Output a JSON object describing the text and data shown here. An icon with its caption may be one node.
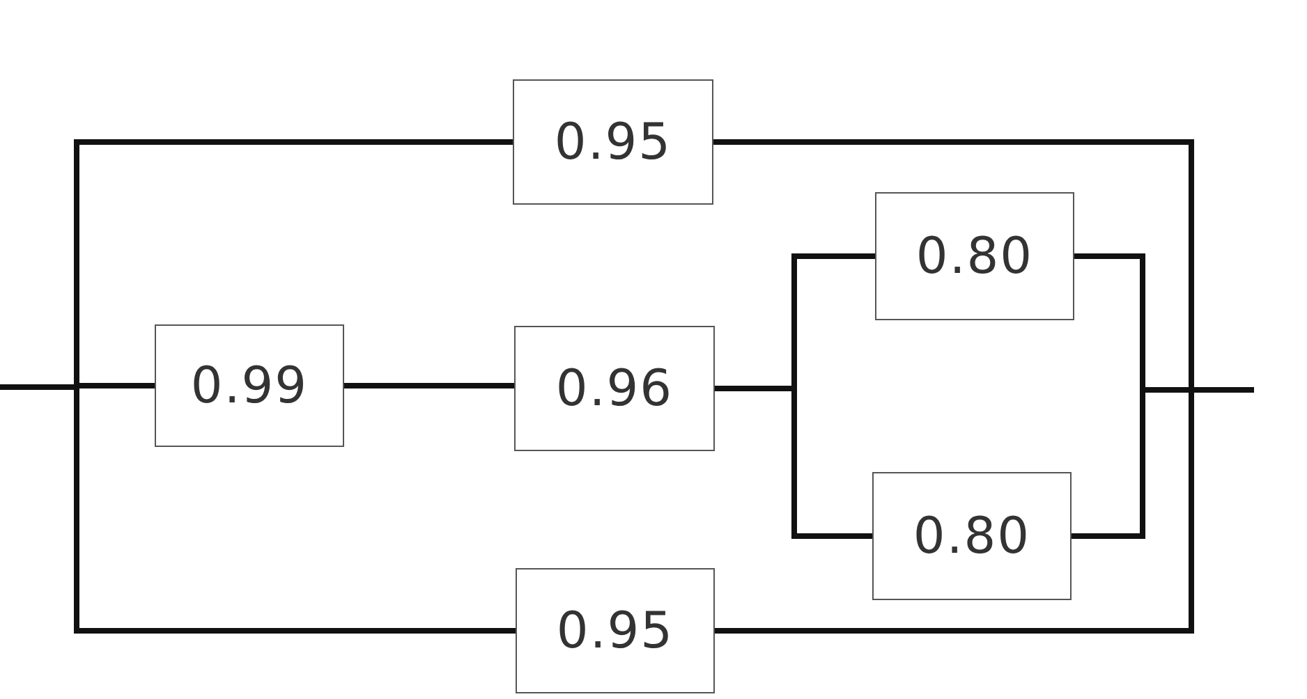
{
  "diagram": {
    "nodes": [
      {
        "text": [
          "0.95"
        ]
      },
      {
        "text": [
          "0.80"
        ]
      },
      {
        "text": [
          "0.99"
        ]
      },
      {
        "text": [
          "0.96"
        ]
      },
      {
        "text": [
          "0.80"
        ]
      },
      {
        "text": [
          "0.95"
        ]
      }
    ],
    "edges": [
      {
        "from": null,
        "to": 0,
        "arrow": "none"
      },
      {
        "from": null,
        "to": 2,
        "arrow": "none"
      },
      {
        "from": null,
        "to": 5,
        "arrow": "none"
      },
      {
        "from": 2,
        "to": 3,
        "arrow": "none"
      },
      {
        "from": 3,
        "to": 1,
        "arrow": "none"
      },
      {
        "from": 3,
        "to": 4,
        "arrow": "none"
      },
      {
        "from": 0,
        "to": null,
        "arrow": "none"
      },
      {
        "from": 1,
        "to": null,
        "arrow": "none"
      },
      {
        "from": 4,
        "to": null,
        "arrow": "none"
      },
      {
        "from": 5,
        "to": null,
        "arrow": "none"
      }
    ]
  }
}
